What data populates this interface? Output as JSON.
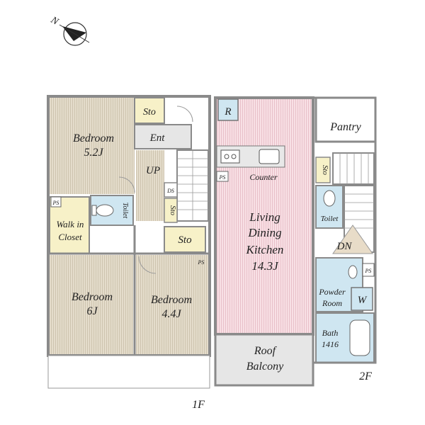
{
  "compass": {
    "letter": "N"
  },
  "floor1": {
    "caption": "1F",
    "rooms": {
      "bedroom_top": {
        "name": "Bedroom",
        "size": "5.2J"
      },
      "sto_top": {
        "name": "Sto"
      },
      "ent": {
        "name": "Ent"
      },
      "up": {
        "name": "UP"
      },
      "ds": {
        "name": "DS"
      },
      "toilet": {
        "name": "Toilet"
      },
      "sto_small": {
        "name": "Sto"
      },
      "walk_in_closet": {
        "line1": "Walk in",
        "line2": "Closet"
      },
      "sto_mid": {
        "name": "Sto"
      },
      "bedroom_left": {
        "name": "Bedroom",
        "size": "6J"
      },
      "bedroom_right": {
        "name": "Bedroom",
        "size": "4.4J"
      },
      "ps1": {
        "name": "PS"
      },
      "ps2": {
        "name": "PS"
      }
    }
  },
  "floor2": {
    "caption": "2F",
    "rooms": {
      "r": {
        "name": "R"
      },
      "pantry": {
        "name": "Pantry"
      },
      "counter": {
        "name": "Counter"
      },
      "ps_counter": {
        "name": "PS"
      },
      "sto": {
        "name": "Sto"
      },
      "ldk": {
        "line1": "Living",
        "line2": "Dining",
        "line3": "Kitchen",
        "size": "14.3J"
      },
      "toilet": {
        "name": "Toilet"
      },
      "dn": {
        "name": "DN"
      },
      "ps_bath": {
        "name": "PS"
      },
      "powder_room": {
        "line1": "Powder",
        "line2": "Room"
      },
      "w": {
        "name": "W"
      },
      "bath": {
        "line1": "Bath",
        "line2": "1416"
      },
      "roof_balcony": {
        "line1": "Roof",
        "line2": "Balcony"
      }
    }
  },
  "colors": {
    "wall": "#8a8a8a",
    "bedroom_floor": "#d9d3c4",
    "ldk_floor": "#f6dbe0",
    "wet_area": "#cfe6f1",
    "storage": "#f7f1c8",
    "balcony": "#e6e6e6"
  }
}
